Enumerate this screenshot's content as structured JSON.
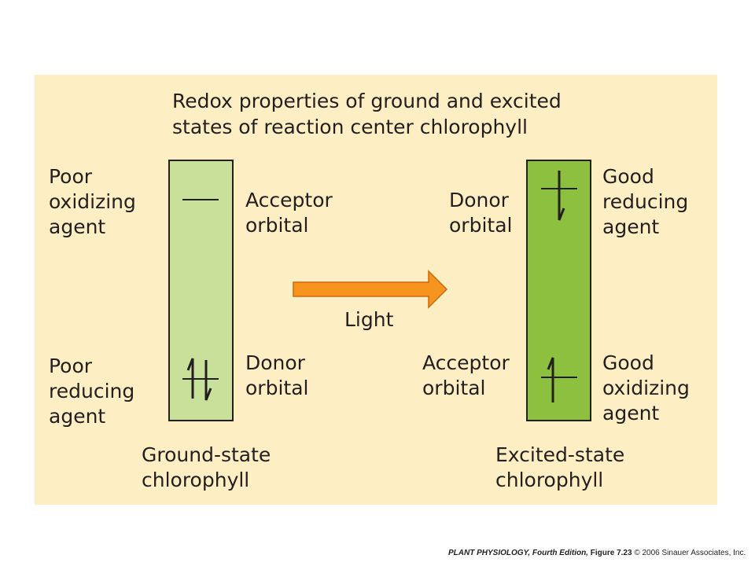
{
  "title": "Redox properties of ground and excited\nstates of reaction center chlorophyll",
  "ground_state": {
    "top_left_label": "Poor\noxidizing\nagent",
    "bottom_left_label": "Poor\nreducing\nagent",
    "top_orbital_label": "Acceptor\norbital",
    "bottom_orbital_label": "Donor\norbital",
    "caption": "Ground-state\nchlorophyll",
    "fill_color": "#c9e09a"
  },
  "excited_state": {
    "top_orbital_label": "Donor\norbital",
    "bottom_orbital_label": "Acceptor\norbital",
    "top_right_label": "Good\nreducing\nagent",
    "bottom_right_label": "Good\noxidizing\nagent",
    "caption": "Excited-state\nchlorophyll",
    "fill_color": "#8dc03f"
  },
  "transition": {
    "label": "Light",
    "arrow_color": "#f7941d"
  },
  "colors": {
    "background_panel": "#fdefc3",
    "text": "#231f20"
  },
  "footer": {
    "book": "PLANT PHYSIOLOGY, Fourth Edition,",
    "figure": "Figure 7.23",
    "copyright": "© 2006 Sinauer Associates, Inc."
  }
}
